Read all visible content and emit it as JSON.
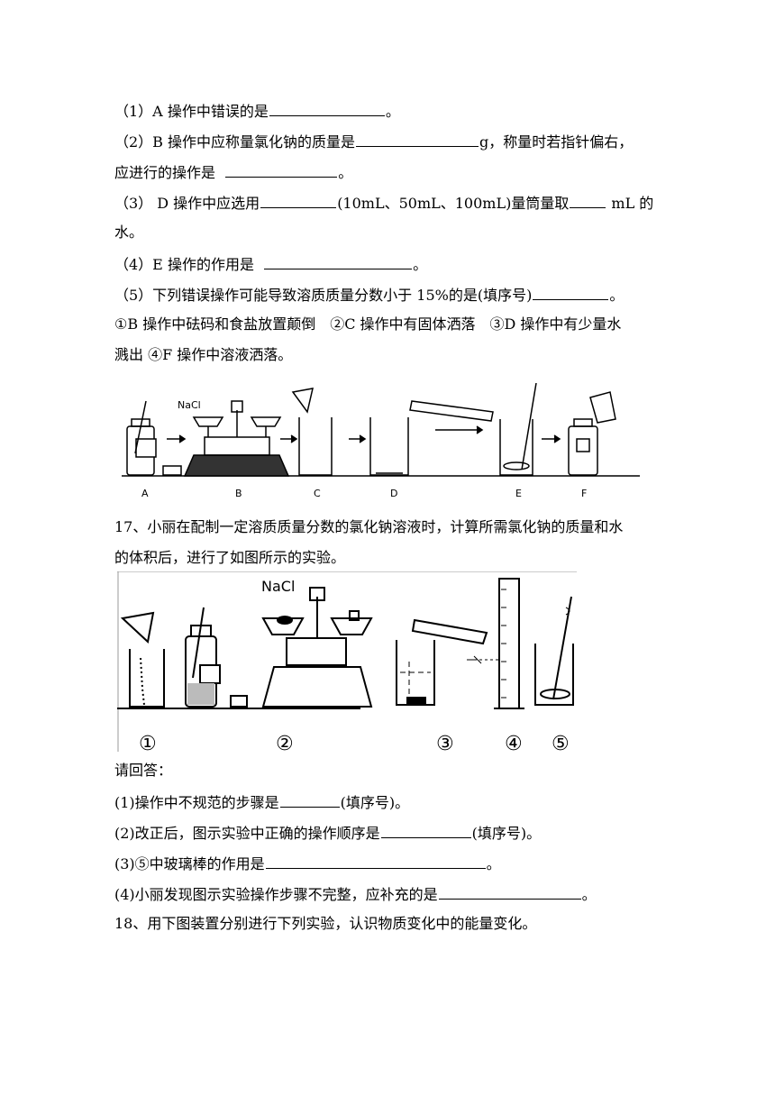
{
  "q16": {
    "l1a": "（1）A 操作中错误的是",
    "l1b": "。",
    "l2a": "（2）B 操作中应称量氯化钠的质量是",
    "l2b": "g，称量时若指针偏右，",
    "l3a": "应进行的操作是",
    "l3b": "。",
    "l4a": "（3） D 操作中应选用",
    "l4b": "(10mL、50mL、100mL)量筒量取",
    "l4c": "mL 的",
    "l5": "水。",
    "l6a": "（4）E 操作的作用是",
    "l6b": "。",
    "l7a": "（5）下列错误操作可能导致溶质质量分数小于 15%的是(填序号)",
    "l7b": "。",
    "l8": "①B 操作中砝码和食盐放置颠倒　②C 操作中有固体洒落　③D 操作中有少量水",
    "l9": "溅出 ④F 操作中溶液洒落。",
    "fig": {
      "nacl": "NaCl",
      "labels": [
        "A",
        "B",
        "C",
        "D",
        "E",
        "F"
      ]
    }
  },
  "q17": {
    "l1": "17、小丽在配制一定溶质质量分数的氯化钠溶液时，计算所需氯化钠的质量和水",
    "l2": "的体积后，进行了如图所示的实验。",
    "fig": {
      "nacl": "NaCl",
      "labels": [
        "①",
        "②",
        "③",
        "④",
        "⑤"
      ]
    },
    "l3": "请回答：",
    "l4a": "(1)操作中不规范的步骤是",
    "l4b": "(填序号)。",
    "l5a": "(2)改正后，图示实验中正确的操作顺序是",
    "l5b": "(填序号)。",
    "l6a": "(3)⑤中玻璃棒的作用是",
    "l6b": "。",
    "l7a": "(4)小丽发现图示实验操作步骤不完整，应补充的是",
    "l7b": "。"
  },
  "q18": {
    "l1": "18、用下图装置分别进行下列实验，认识物质变化中的能量变化。"
  }
}
